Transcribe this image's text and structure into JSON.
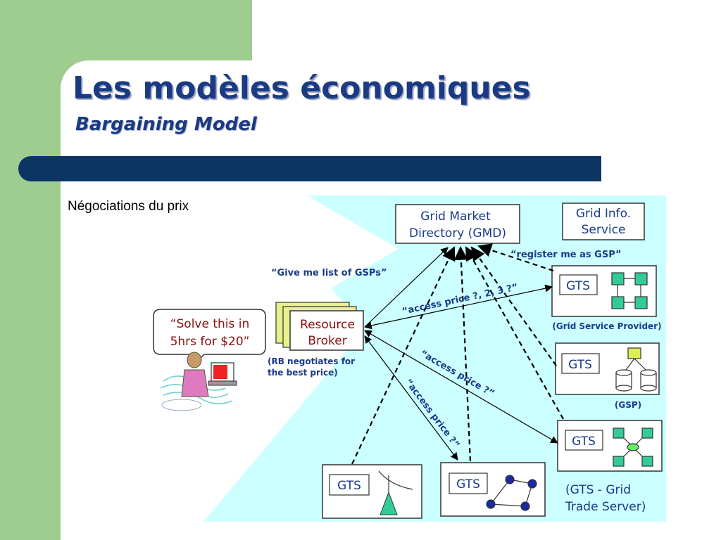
{
  "slide": {
    "title": "Les modèles économiques",
    "subtitle": "Bargaining Model",
    "bullet": "Négociations du prix"
  },
  "diagram": {
    "gmd": [
      "Grid Market",
      "Directory (GMD)"
    ],
    "gis": [
      "Grid Info.",
      "Service"
    ],
    "bubble": [
      "“Solve this in",
      "5hrs for $20”"
    ],
    "broker": [
      "Resource",
      "Broker"
    ],
    "gts_label": "GTS",
    "msg_list": "“Give me list of GSPs”",
    "msg_register": "“register me as GSP”",
    "msg_access_1": "“access price ?, 2, 3 ?”",
    "msg_access_2": "“access price ?”",
    "msg_access_3": "“access price ?”",
    "rb_note": [
      "(RB negotiates for",
      "the best price)"
    ],
    "label_gsp_provider": "(Grid Service Provider)",
    "label_gsp": "(GSP)",
    "gts_note": [
      "(GTS - Grid",
      "Trade Server)"
    ]
  },
  "colors": {
    "title": "#1b3a82",
    "band": "#0c3564",
    "green": "#9fcc8f",
    "diagram_bg": "#ccffff",
    "node_green": "#33cc99",
    "label_blue": "#1a3a8a"
  }
}
